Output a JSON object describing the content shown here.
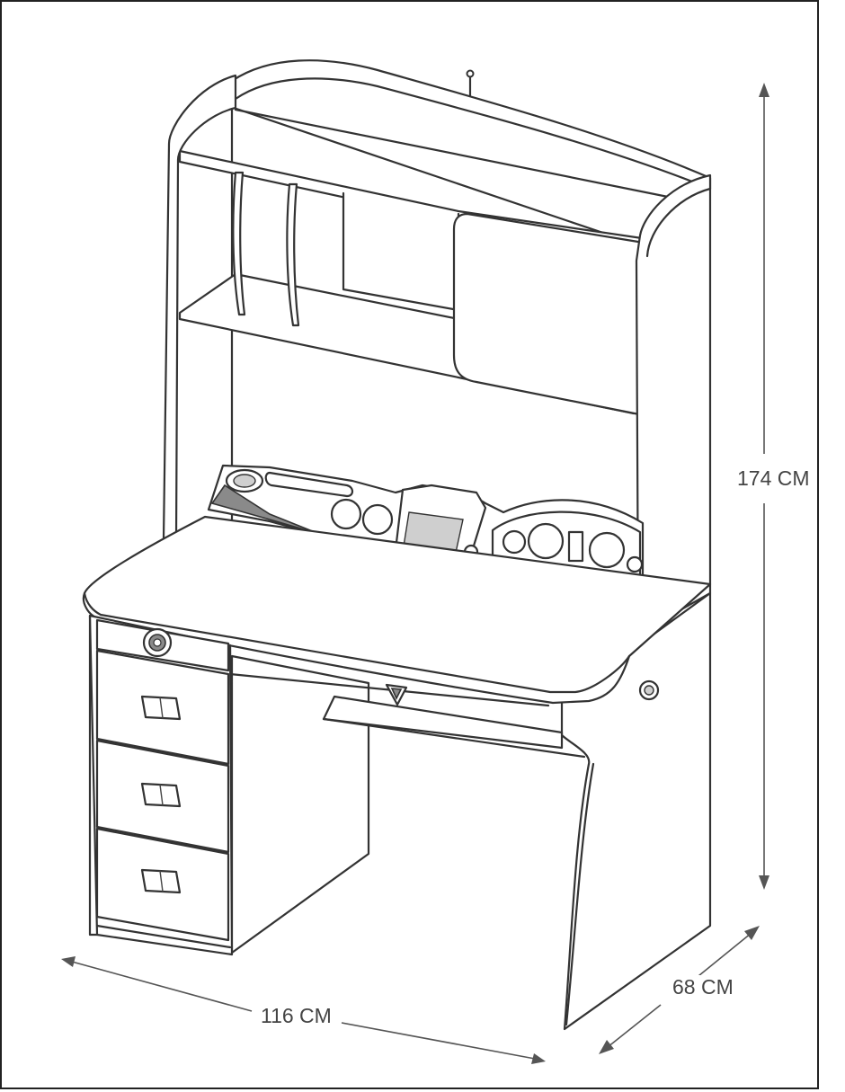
{
  "dimensions": {
    "height": "174 CM",
    "depth": "68 CM",
    "width": "116 CM"
  },
  "colors": {
    "line": "#333333",
    "fill": "#ffffff",
    "accent_dark": "#8a8a8a",
    "dimension_text": "#444444"
  }
}
